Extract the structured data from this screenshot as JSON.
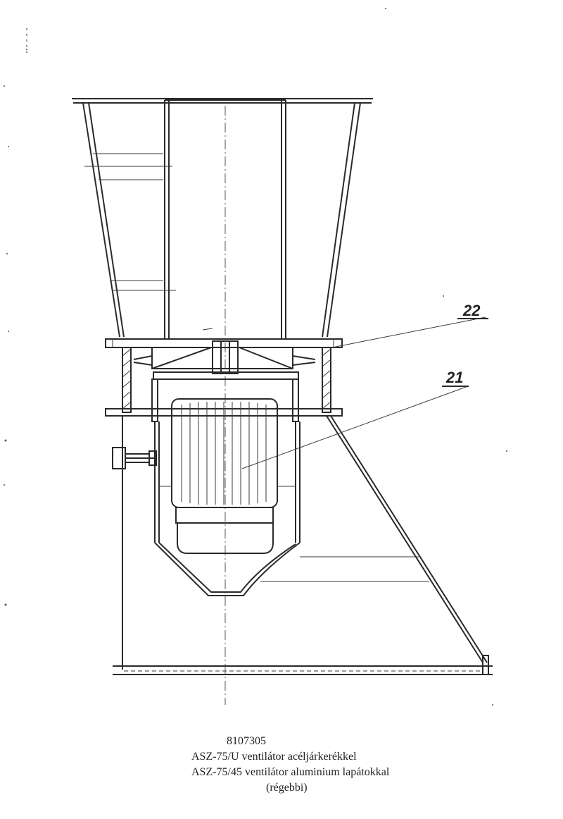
{
  "callouts": {
    "part_22": "22",
    "part_21": "21"
  },
  "caption": {
    "code": "8107305",
    "line1": "ASZ-75/U ventilátor acéljárkerékkel",
    "line2": "ASZ-75/45 ventilátor aluminium lapátokkal",
    "line3": "(régebbi)"
  },
  "colors": {
    "ink": "#2a2a2a",
    "paper": "#ffffff"
  }
}
